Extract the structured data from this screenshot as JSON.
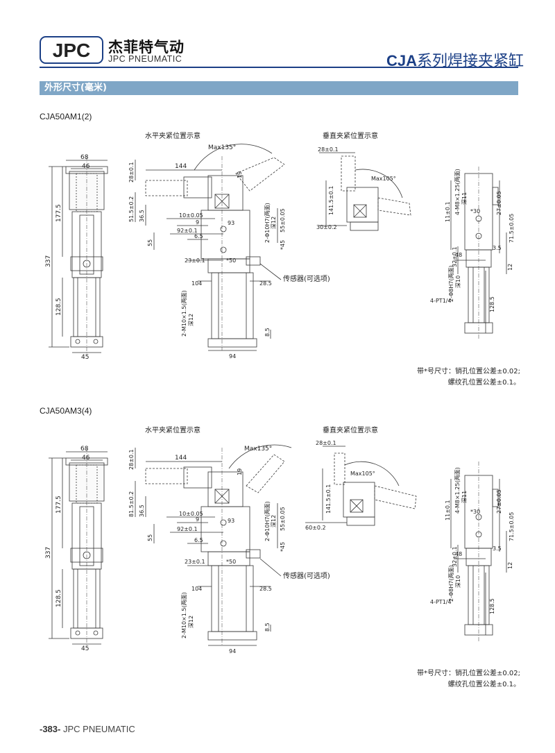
{
  "header": {
    "logo_text": "JPC",
    "brand_cn": "杰菲特气动",
    "brand_en": "JPC PNEUMATIC",
    "series_code": "CJA",
    "series_name": "系列焊接夹紧缸"
  },
  "section_title": "外形尺寸(毫米)",
  "drawings": [
    {
      "model": "CJA50AM1(2)",
      "caption_horizontal": "水平夹紧位置示意",
      "caption_vertical": "垂直夹紧位置示意",
      "sensor_label": "传感器(可选项)",
      "dims": {
        "front_width": "68",
        "front_inner": "46",
        "front_base": "45",
        "total_height": "337",
        "upper_height": "177.5",
        "cyl_height": "128.5",
        "arm_length": "144",
        "angle_h": "Max135°",
        "d28": "28±0.1",
        "d19": "19",
        "d51": "51.5±0.2",
        "d36": "36.5",
        "d10": "10±0.05",
        "d9": "9",
        "d93": "93",
        "d92": "92±0.1",
        "d55": "55",
        "d65": "6.5",
        "d23": "23±0.1",
        "d50": "*50",
        "d104": "104",
        "d285": "28.5",
        "d94": "94",
        "d85": "8.5",
        "hole_10h7": "2-Φ10H7(两面)",
        "hole_depth12": "深12",
        "d55b": "55±0.05",
        "d45": "*45",
        "thread_m10": "2-M10×1.5(两面)",
        "thread_depth": "深12",
        "v_28": "28±0.1",
        "v_angle": "Max105°",
        "v_141": "141.5±0.1",
        "v_offset": "30±0.2",
        "s_thread_m8": "4-M8×1.25(两面)",
        "s_depth11": "深11",
        "s_11": "11±0.1",
        "s_30": "*30",
        "s_27": "27±0.05",
        "s_71": "71.5±0.05",
        "s_35": "3.5",
        "s_48": "48",
        "s_32": "32±0.1",
        "s_hole8": "2-Φ8H7(两面)",
        "s_depth10": "深10",
        "s_12": "12",
        "s_pt": "4-PT1/4",
        "s_128": "128.5"
      }
    },
    {
      "model": "CJA50AM3(4)",
      "caption_horizontal": "水平夹紧位置示意",
      "caption_vertical": "垂直夹紧位置示意",
      "sensor_label": "传感器(可选项)",
      "dims": {
        "front_width": "68",
        "front_inner": "46",
        "front_base": "45",
        "total_height": "337",
        "upper_height": "177.5",
        "cyl_height": "128.5",
        "arm_length": "144",
        "angle_h": "Max135°",
        "d28": "28±0.1",
        "d19": "19",
        "d51": "81.5±0.2",
        "d36": "36.5",
        "d10": "10±0.05",
        "d9": "9",
        "d93": "93",
        "d92": "92±0.1",
        "d55": "55",
        "d65": "6.5",
        "d23": "23±0.1",
        "d50": "*50",
        "d104": "104",
        "d285": "28.5",
        "d94": "94",
        "d85": "8.5",
        "hole_10h7": "2-Φ10H7(两面)",
        "hole_depth12": "深12",
        "d55b": "55±0.05",
        "d45": "*45",
        "thread_m10": "2-M10×1.5(两面)",
        "thread_depth": "深12",
        "v_28": "28±0.1",
        "v_angle": "Max105°",
        "v_141": "141.5±0.1",
        "v_offset": "60±0.2",
        "s_thread_m8": "4-M8×1.25(两面)",
        "s_depth11": "深11",
        "s_11": "11±0.1",
        "s_30": "*30",
        "s_27": "27±0.05",
        "s_71": "71.5±0.05",
        "s_35": "3.5",
        "s_48": "48",
        "s_32": "32±0.1",
        "s_hole8": "2-Φ8H7(两面)",
        "s_depth10": "深10",
        "s_12": "12",
        "s_pt": "4-PT1/4",
        "s_128": "128.5"
      }
    }
  ],
  "notes": {
    "line1": "带*号尺寸：销孔位置公差±0.02;",
    "line2": "螺纹孔位置公差±0.1。"
  },
  "footer": {
    "page": "-383-",
    "brand": "JPC PNEUMATIC"
  }
}
